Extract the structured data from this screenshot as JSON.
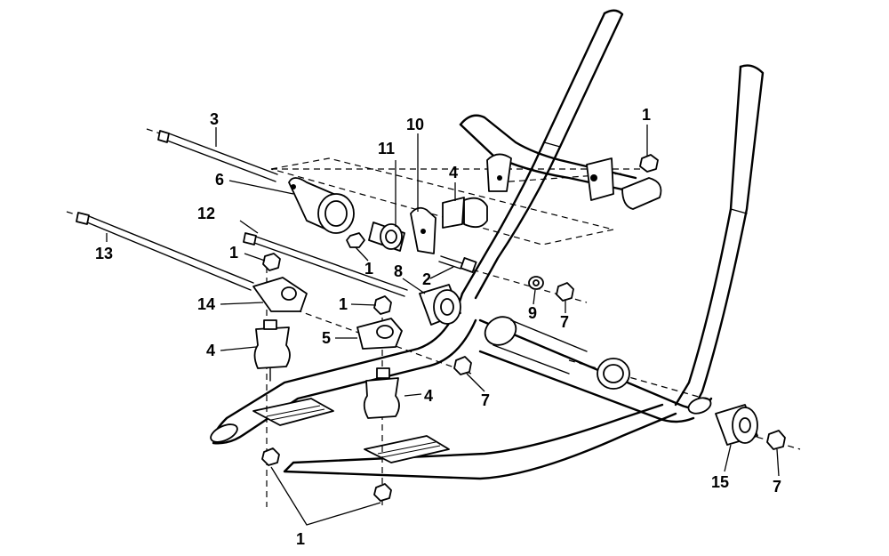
{
  "diagram": {
    "callouts": {
      "c1a": "1",
      "c1b": "1",
      "c1c": "1",
      "c1d": "1",
      "c1e": "1",
      "c2": "2",
      "c3": "3",
      "c4a": "4",
      "c4b": "4",
      "c4c": "4",
      "c5": "5",
      "c6": "6",
      "c7a": "7",
      "c7b": "7",
      "c7c": "7",
      "c8": "8",
      "c9": "9",
      "c10": "10",
      "c11": "11",
      "c12": "12",
      "c13": "13",
      "c14": "14",
      "c15": "15"
    }
  }
}
